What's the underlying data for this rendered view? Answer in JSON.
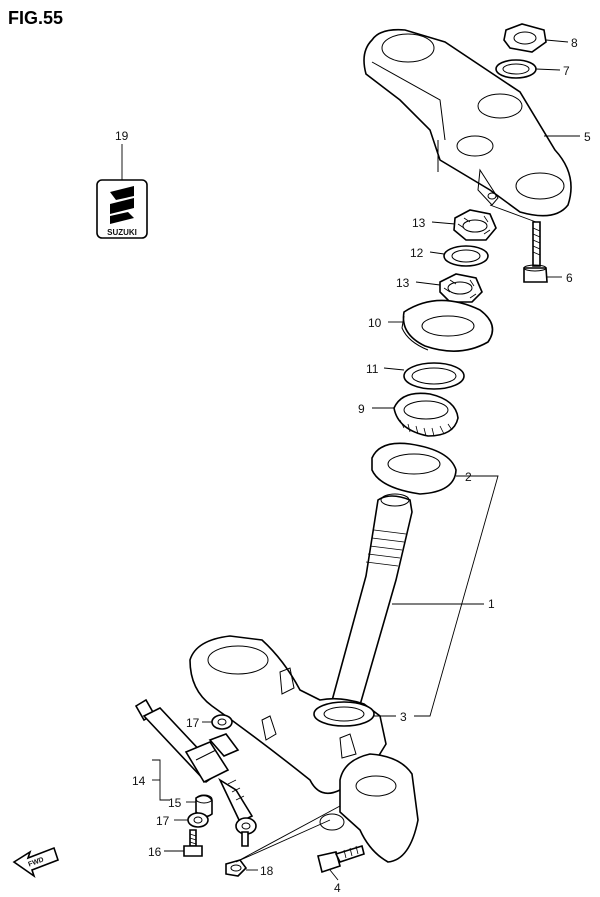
{
  "figure": {
    "title": "FIG.55"
  },
  "badge": {
    "text": "SUZUKI"
  },
  "callouts": [
    {
      "id": "c1",
      "label": "1"
    },
    {
      "id": "c2",
      "label": "2"
    },
    {
      "id": "c3",
      "label": "3"
    },
    {
      "id": "c4",
      "label": "4"
    },
    {
      "id": "c5",
      "label": "5"
    },
    {
      "id": "c6",
      "label": "6"
    },
    {
      "id": "c7",
      "label": "7"
    },
    {
      "id": "c8",
      "label": "8"
    },
    {
      "id": "c9",
      "label": "9"
    },
    {
      "id": "c10",
      "label": "10"
    },
    {
      "id": "c11",
      "label": "11"
    },
    {
      "id": "c12",
      "label": "12"
    },
    {
      "id": "c13a",
      "label": "13"
    },
    {
      "id": "c13b",
      "label": "13"
    },
    {
      "id": "c14",
      "label": "14"
    },
    {
      "id": "c15",
      "label": "15"
    },
    {
      "id": "c16",
      "label": "16"
    },
    {
      "id": "c17a",
      "label": "17"
    },
    {
      "id": "c17b",
      "label": "17"
    },
    {
      "id": "c18",
      "label": "18"
    },
    {
      "id": "c19",
      "label": "19"
    }
  ],
  "direction": {
    "text": "FWD"
  }
}
